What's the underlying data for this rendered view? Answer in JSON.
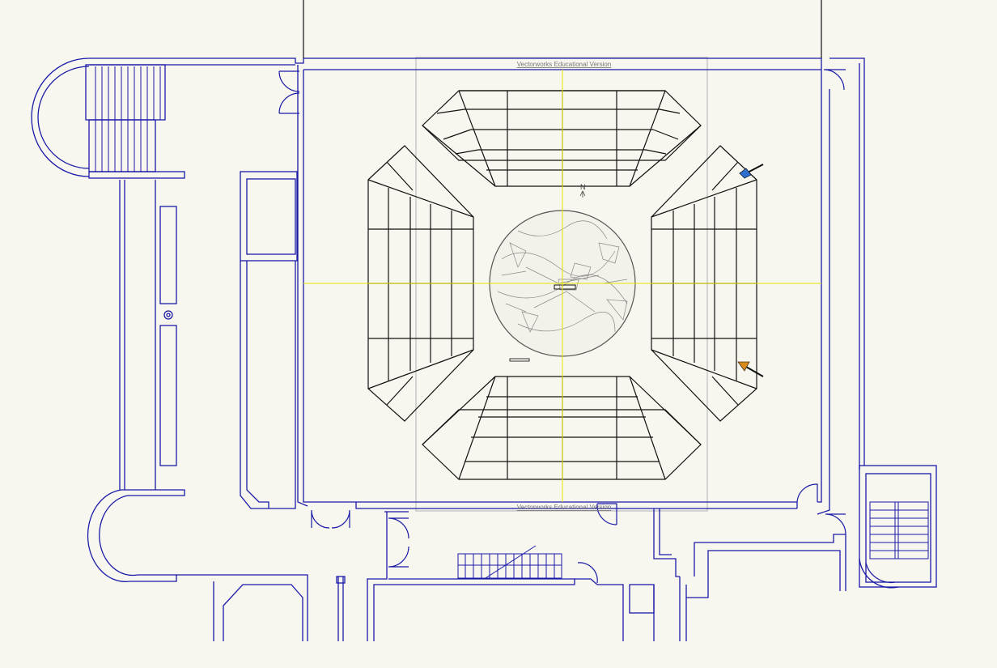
{
  "watermark": {
    "top": "Vectorworks Educational Version",
    "bottom": "Vectorworks Educational Version"
  },
  "north_label": "N",
  "colors": {
    "background": "#f8f7ef",
    "walls": "#1a1aa8",
    "seating": "#111111",
    "crosshair": "#e6e600",
    "page_border": "#c8c8c8",
    "light_blue": "#2f6fd0",
    "light_orange": "#d98a1a"
  },
  "lights": [
    {
      "name": "light-instrument-blue",
      "color": "light_blue"
    },
    {
      "name": "light-instrument-orange",
      "color": "light_orange"
    }
  ]
}
